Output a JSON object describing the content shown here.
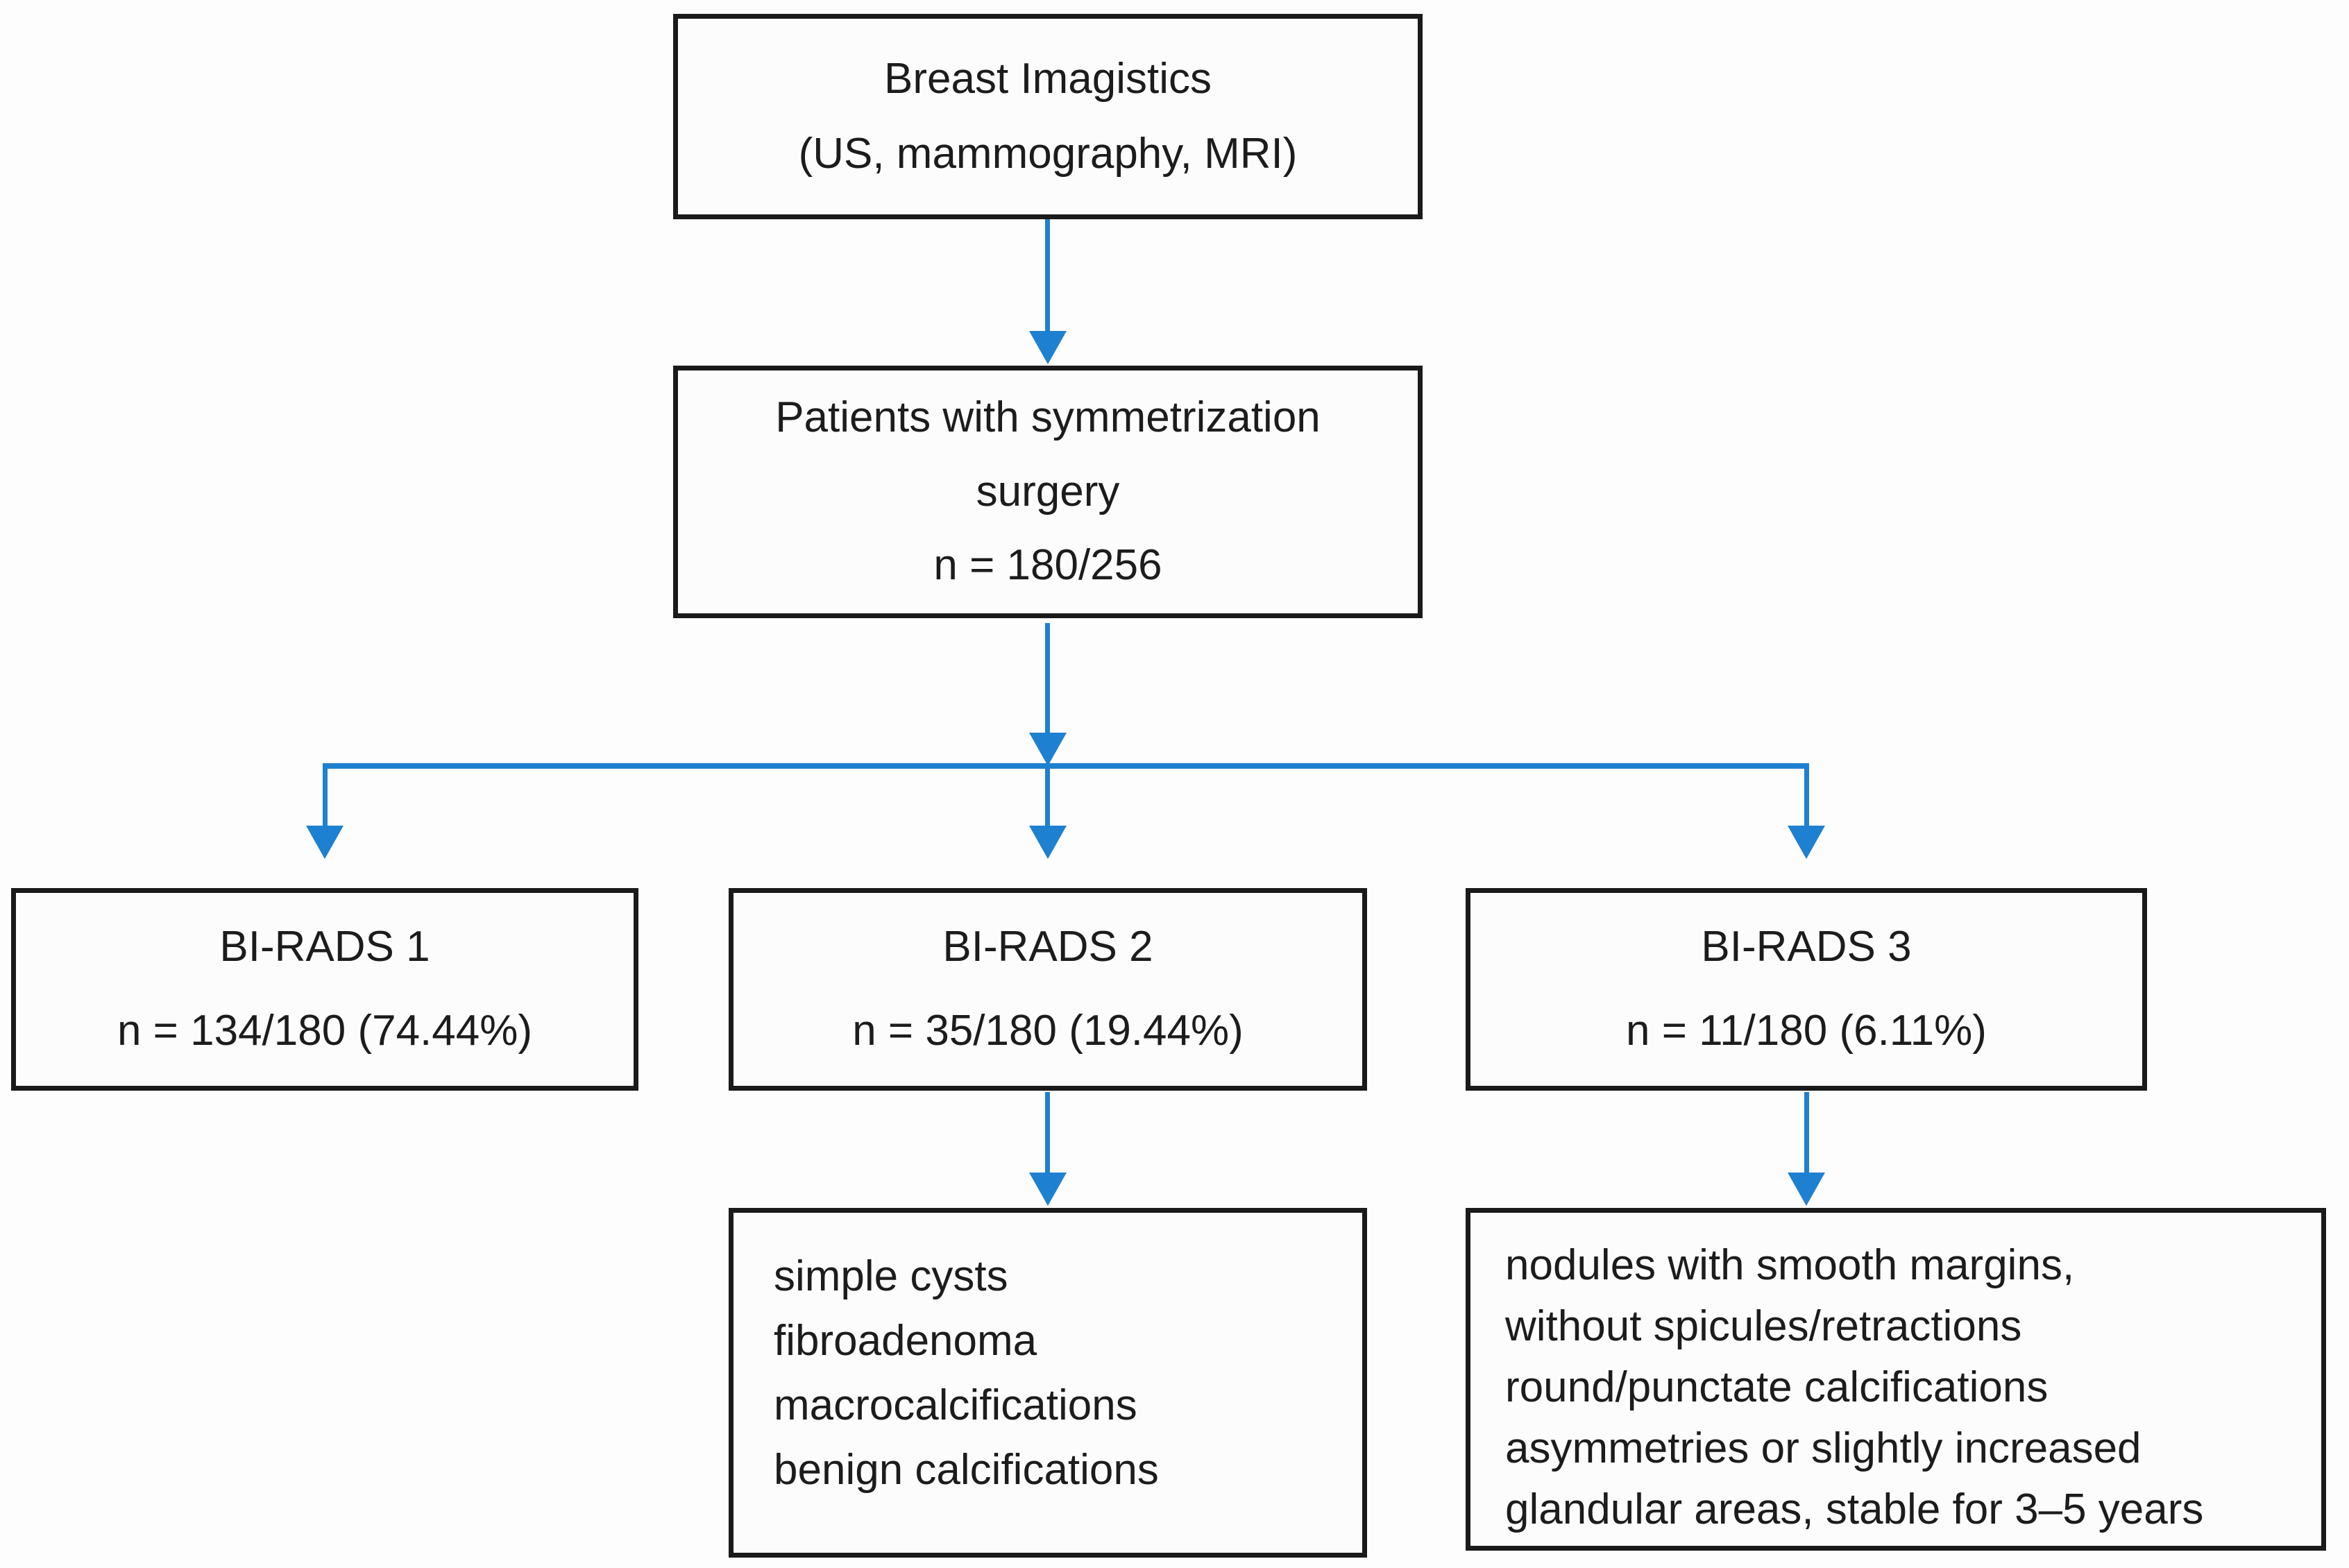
{
  "colors": {
    "arrow": "#1e80d0",
    "box_border": "#1a1a1a",
    "text": "#1c1c1c",
    "background": "#fdfdfd"
  },
  "nodes": {
    "imaging": {
      "lines": [
        "Breast Imagistics",
        "(US, mammography, MRI)"
      ]
    },
    "patients": {
      "lines": [
        "Patients with symmetrization",
        "surgery",
        "n = 180/256"
      ]
    },
    "birads1": {
      "lines": [
        "BI-RADS 1",
        "n = 134/180 (74.44%)"
      ]
    },
    "birads2": {
      "lines": [
        "BI-RADS 2",
        "n = 35/180 (19.44%)"
      ]
    },
    "birads3": {
      "lines": [
        "BI-RADS 3",
        "n = 11/180 (6.11%)"
      ]
    },
    "birads2_findings": {
      "lines": [
        "simple cysts",
        "fibroadenoma",
        "macrocalcifications",
        "benign calcifications"
      ]
    },
    "birads3_findings": {
      "lines": [
        "nodules with smooth margins,",
        "without spicules/retractions",
        "round/punctate calcifications",
        "asymmetries or slightly increased",
        "glandular areas, stable for 3–5 years"
      ]
    }
  }
}
